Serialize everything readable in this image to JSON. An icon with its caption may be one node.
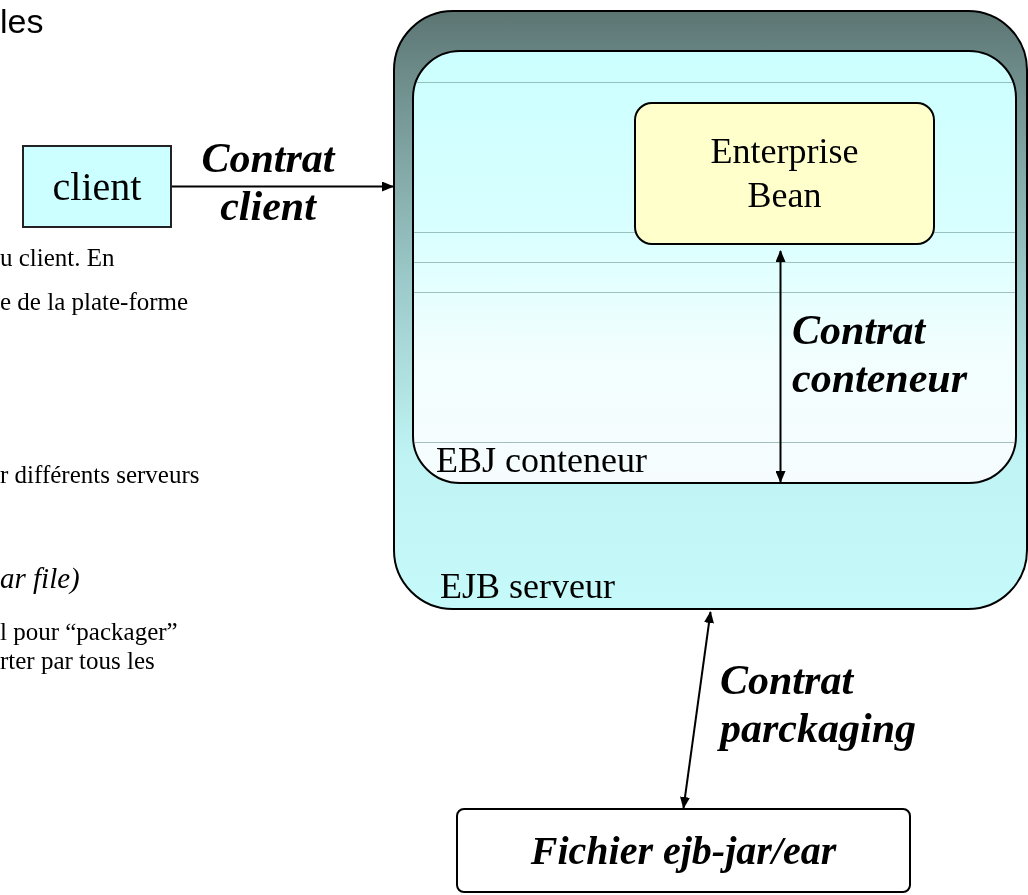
{
  "diagram": {
    "nodes": [
      {
        "text": [
          "EJB serveur"
        ]
      },
      {
        "text": [
          "EBJ conteneur"
        ],
        "in": 0
      },
      {
        "text": [
          "Enterprise Bean"
        ],
        "in": 1
      },
      {
        "text": [
          "client"
        ]
      },
      {
        "text": [
          "Fichier ejb-jar/ear"
        ]
      }
    ],
    "edges": [
      {
        "from": 3,
        "to": 0,
        "arrow": "to",
        "label": "Contrat client"
      },
      {
        "from": 2,
        "to": 1,
        "arrow": "both",
        "label": "Contrat conteneur"
      },
      {
        "from": 0,
        "to": 4,
        "arrow": "both",
        "label": "Contrat parckaging"
      }
    ],
    "labels": [
      "les",
      "u client. En",
      "e de la plate-forme",
      "r différents serveurs",
      "ar file)",
      "l pour “packager”",
      "rter par tous les"
    ]
  }
}
